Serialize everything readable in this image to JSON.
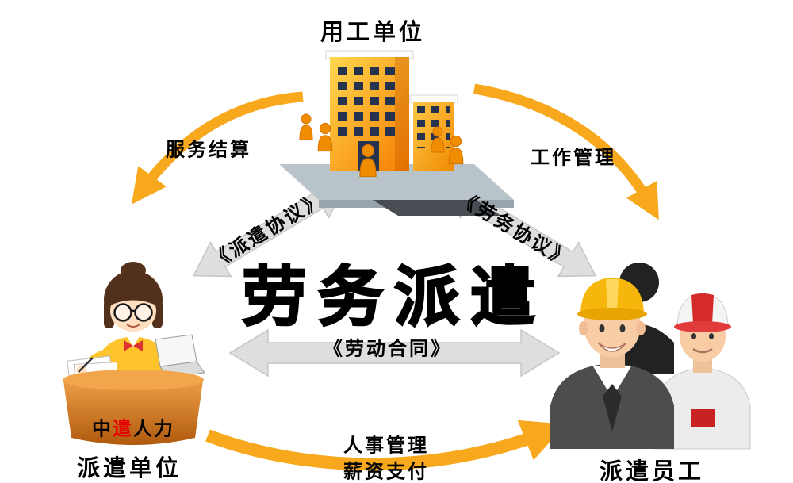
{
  "diagram": {
    "center_title": "劳务派遣",
    "nodes": {
      "employer": {
        "label": "用工单位"
      },
      "agency": {
        "label": "派遣单位",
        "desk_brand": {
          "p1": "中",
          "p2": "遣",
          "p3": "人力"
        }
      },
      "workers": {
        "label": "派遣员工"
      }
    },
    "relations": {
      "service_settlement": {
        "label": "服务结算"
      },
      "work_management": {
        "label": "工作管理"
      },
      "dispatch_agreement": {
        "label": "《派遣协议》"
      },
      "labor_service_agreement": {
        "label": "《劳务协议》"
      },
      "labor_contract": {
        "label": "《劳动合同》"
      },
      "hr_management": {
        "label": "人事管理"
      },
      "salary_payment": {
        "label": "薪资支付"
      }
    },
    "icons": {
      "employer": "building-icon",
      "agency": "receptionist-desk-icon",
      "workers": "construction-workers-icon"
    },
    "colors": {
      "arrow_orange": "#F7A81D",
      "arrow_gray": "#DEDEDE",
      "brand_red": "#E60000",
      "building_orange": "#F57C00",
      "text": "#000000"
    }
  }
}
